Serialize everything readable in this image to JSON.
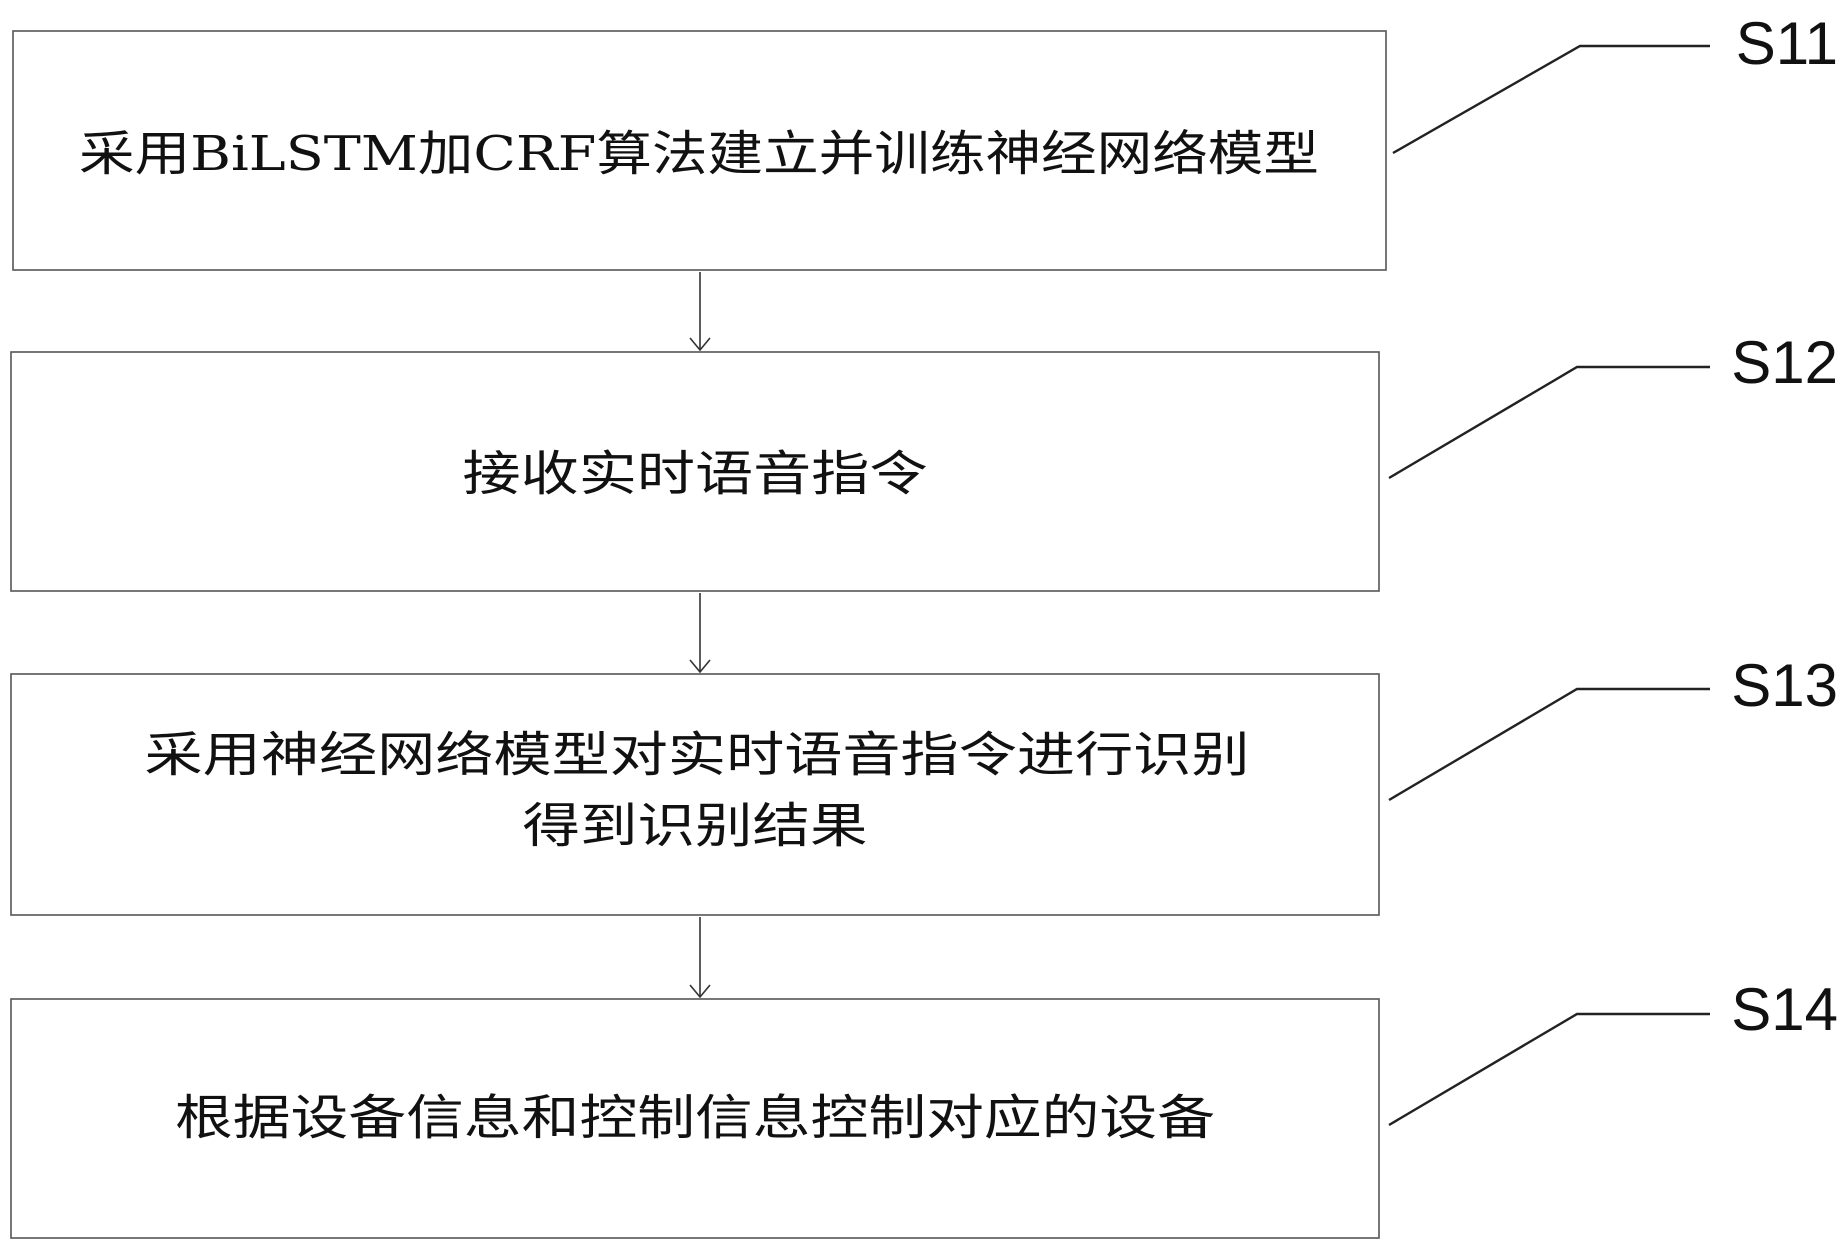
{
  "steps": [
    {
      "id": "S11",
      "lines": [
        "采用BiLSTM加CRF算法建立并训练神经网络模型"
      ]
    },
    {
      "id": "S12",
      "lines": [
        "接收实时语音指令"
      ]
    },
    {
      "id": "S13",
      "lines": [
        "采用神经网络模型对实时语音指令进行识别",
        "得到识别结果"
      ]
    },
    {
      "id": "S14",
      "lines": [
        "根据设备信息和控制信息控制对应的设备"
      ]
    }
  ]
}
